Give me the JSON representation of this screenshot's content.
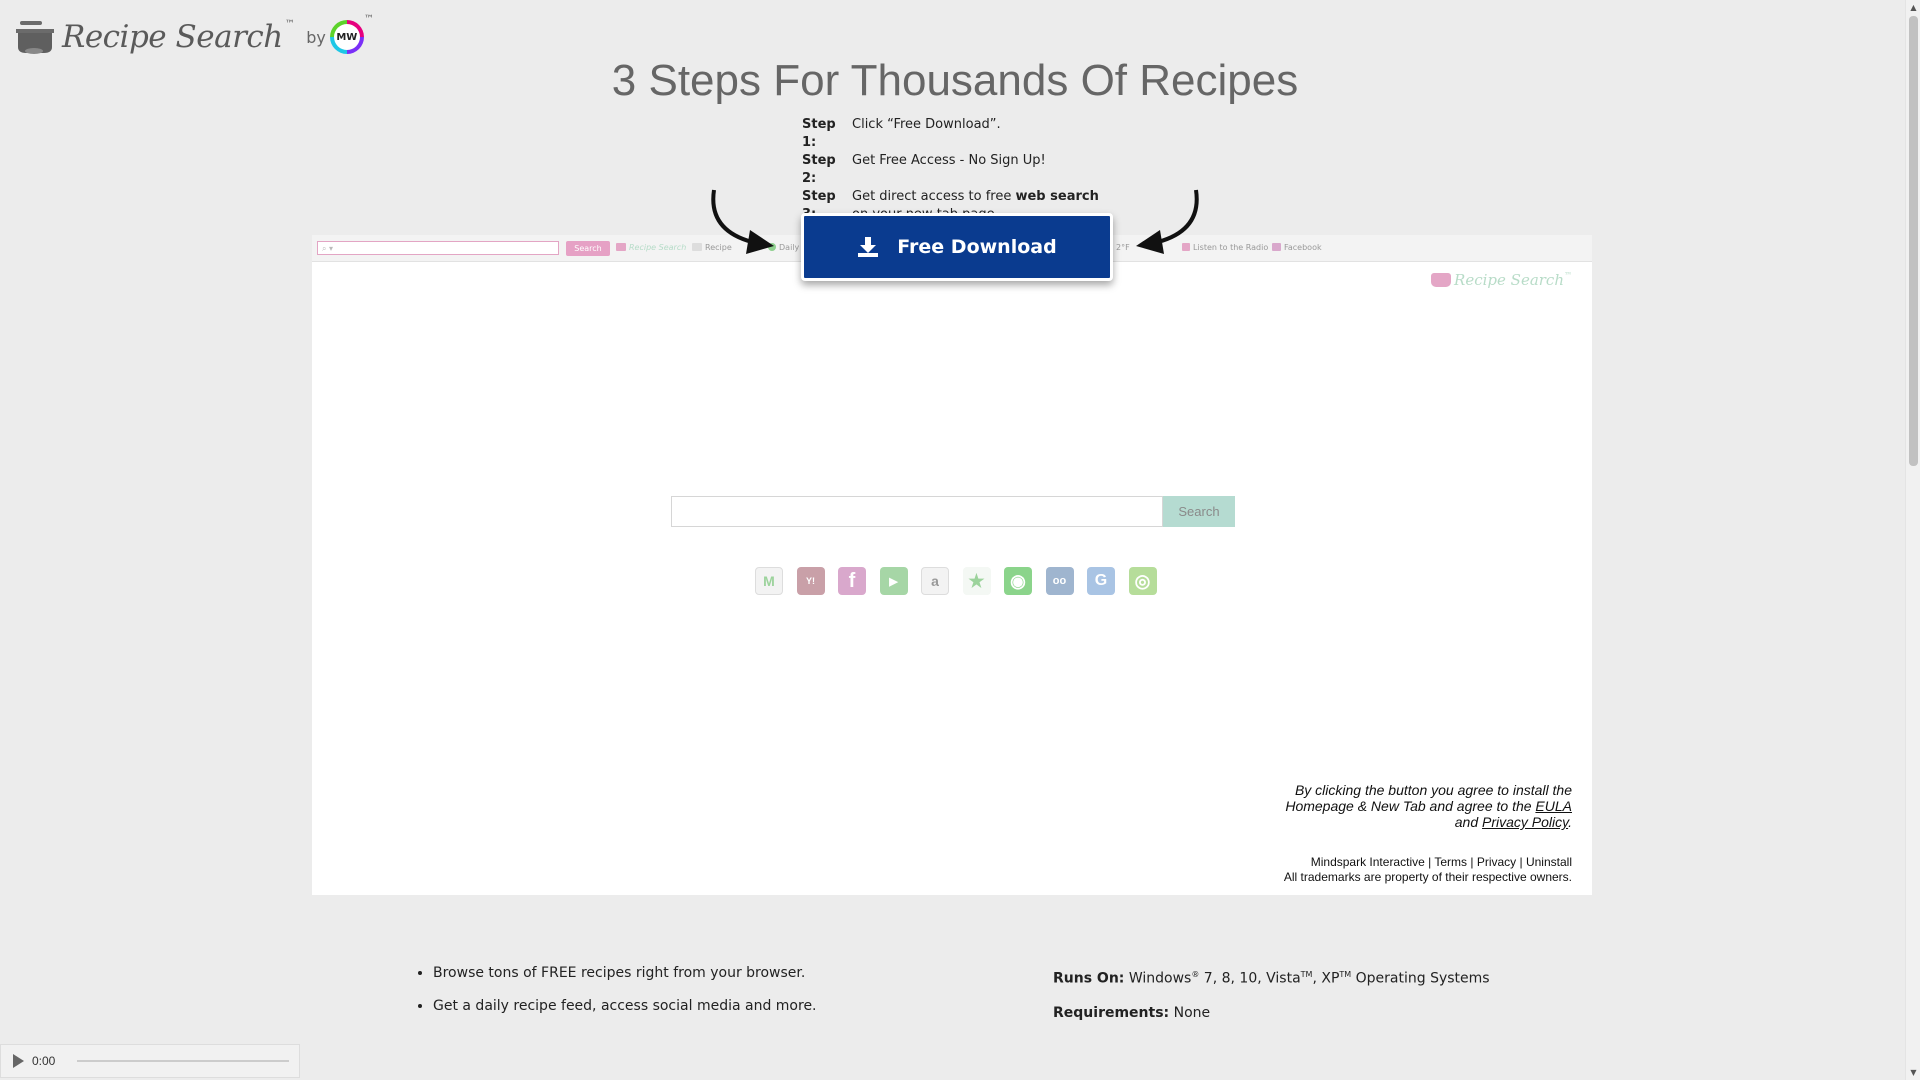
{
  "logo": {
    "name": "Recipe Search",
    "tm": "™",
    "by": "by",
    "badge": "MW",
    "badge_tm": "™"
  },
  "headline": "3 Steps For Thousands Of Recipes",
  "steps": [
    {
      "label": "Step 1:",
      "text": "Click “Free Download”."
    },
    {
      "label": "Step 2:",
      "text": "Get Free Access - No Sign Up!"
    },
    {
      "label": "Step 3:",
      "text_before": "Get direct access to free ",
      "bold": "web search",
      "text_after": " on your new tab page."
    }
  ],
  "download_button": {
    "label": "Free Download"
  },
  "preview": {
    "toolbar": {
      "search_button": "Search",
      "items": [
        "Recipe Search",
        "Recipe",
        "Daily",
        "2°F",
        "Listen to the Radio",
        "Facebook"
      ]
    },
    "logo": "Recipe Search",
    "logo_tm": "™",
    "search_button": "Search",
    "quicklinks": [
      {
        "icon": "gmail-icon",
        "glyph": "M",
        "color": "#e9efe9"
      },
      {
        "icon": "yahoo-icon",
        "glyph": "Y!",
        "color": "#c9a0a8"
      },
      {
        "icon": "facebook-icon",
        "glyph": "f",
        "color": "#d9a8cc"
      },
      {
        "icon": "youtube-icon",
        "glyph": "▶",
        "color": "#a6d6a6"
      },
      {
        "icon": "amazon-icon",
        "glyph": "a",
        "color": "#e8e8e8"
      },
      {
        "icon": "star-icon",
        "glyph": "★",
        "color": "#eef5ee"
      },
      {
        "icon": "circle-icon",
        "glyph": "◉",
        "color": "#8bd48b"
      },
      {
        "icon": "tripadvisor-icon",
        "glyph": "oo",
        "color": "#9fb5cf"
      },
      {
        "icon": "google-icon",
        "glyph": "G",
        "color": "#a9c4e4"
      },
      {
        "icon": "instagram-icon",
        "glyph": "◎",
        "color": "#b6dd9a"
      }
    ],
    "disclaimer": {
      "line1": "By clicking the button you agree to install the",
      "line2": "Homepage & New Tab and agree to the ",
      "eula": "EULA",
      "line3_pre": "and ",
      "privacy": "Privacy Policy",
      "line3_post": "."
    },
    "footer": {
      "company": "Mindspark Interactive",
      "terms": "Terms",
      "privacy": "Privacy",
      "uninstall": "Uninstall",
      "trademarks": "All trademarks are property of their respective owners."
    }
  },
  "bullets": [
    "Browse tons of FREE recipes right from your browser.",
    "Get a daily recipe feed, access social media and more."
  ],
  "specs": {
    "runs_on_label": "Runs On:",
    "runs_on_value_1": " Windows",
    "runs_on_sup_1": "®",
    "runs_on_value_2": " 7, 8, 10, Vista",
    "runs_on_sup_2": "TM",
    "runs_on_value_3": ", XP",
    "runs_on_sup_3": "TM",
    "runs_on_value_4": " Operating Systems",
    "requirements_label": "Requirements:",
    "requirements_value": " None"
  },
  "audio": {
    "time": "0:00"
  }
}
